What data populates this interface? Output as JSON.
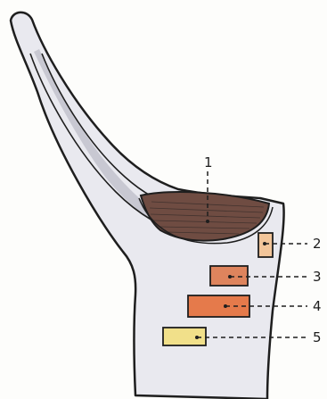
{
  "labels": {
    "l1": "1",
    "l2": "2",
    "l3": "3",
    "l4": "4",
    "l5": "5"
  },
  "colors": {
    "outline": "#1e1e1e",
    "body_fill": "#e9e9ef",
    "body_shadow": "#c8c8d2",
    "layer_1": "#6f4c42",
    "layer_2": "#f2c59a",
    "layer_3": "#de845d",
    "layer_4": "#e57a4b",
    "layer_5": "#f1e08a"
  }
}
